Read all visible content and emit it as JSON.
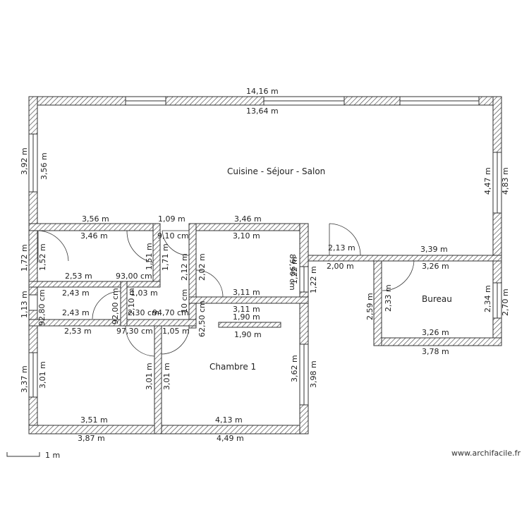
{
  "rooms": {
    "living": "Cuisine - Séjour - Salon",
    "bedroom": "Chambre 1",
    "office": "Bureau"
  },
  "scale_label": "1 m",
  "credit": "www.archifacile.fr",
  "dims": {
    "top_outer": "14,16 m",
    "top_inner": "13,64 m",
    "left_outer": "3,92 m",
    "left_inner": "3,56 m",
    "right_inner": "4,47 m",
    "right_outer": "4,83 m",
    "mid_a": "3,56 m",
    "mid_a_in": "3,46 m",
    "mid_b": "1,09 m",
    "mid_b_in": "9,10 cm",
    "mid_c": "3,46 m",
    "mid_c_in": "3,10 m",
    "mid_c_v": "89,90 cm",
    "corr_top": "2,13 m",
    "corr_bot": "2,00 m",
    "office_top": "3,39 m",
    "office_top_in": "3,26 m",
    "office_v_out": "2,59 m",
    "office_v_in": "2,33 m",
    "office_r_in": "2,34 m",
    "office_r_out": "2,70 m",
    "office_bot_in": "3,26 m",
    "office_bot_out": "3,78 m",
    "l1_v": "1,72 m",
    "l1_v_in": "1,52 m",
    "l1_h": "2,53 m",
    "l1_h2": "93,00 cm",
    "l1_v2": "1,51 m",
    "l1_v3": "1,71 m",
    "l2_h": "2,43 m",
    "l2_h2": "1,03 m",
    "l2_v": "1,13 m",
    "l2_v_in": "92,80 cm",
    "l2_h3": "2,43 m",
    "l2_h4": "2,30 cm",
    "l2_h5": "94,70 cm",
    "l2_v4": "92,00 cm",
    "l2_v5": "2,10 m",
    "l3_h": "2,53 m",
    "l3_h2": "97,30 cm",
    "l3_h3": "1,05 m",
    "w_v1": "2,12 m",
    "w_v2": "2,02 m",
    "w_v3": "10 cm",
    "w_v4": "62,50 cm",
    "w_v5": "1,22 m",
    "w_v6": "1,22 m",
    "ch_top_a": "3,11 m",
    "ch_top_b": "3,11 m",
    "ch_bar_a": "1,90 m",
    "ch_bar_b": "1,90 m",
    "ch_r_in": "3,62 m",
    "ch_r_out": "3,98 m",
    "ch_bot_in": "4,13 m",
    "ch_bot_out": "4,49 m",
    "bl_v_out": "3,37 m",
    "bl_v_in": "3,01 m",
    "bl_v_r": "3,01 m",
    "bl_v_r2": "3,01 m",
    "bl_bot_in": "3,51 m",
    "bl_bot_out": "3,87 m"
  }
}
